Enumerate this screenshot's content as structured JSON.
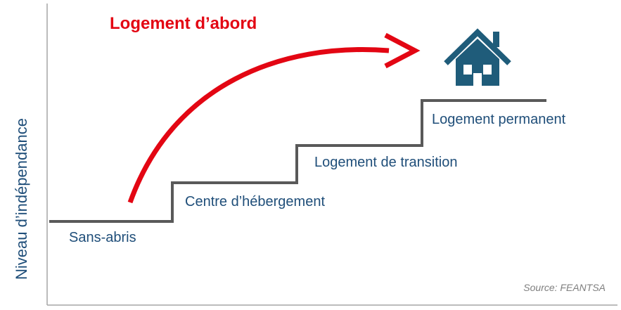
{
  "title": "Logement d’abord",
  "y_axis_label": "Niveau d’indépendance",
  "steps": [
    {
      "label": "Sans-abris"
    },
    {
      "label": "Centre d’hébergement"
    },
    {
      "label": "Logement de transition"
    },
    {
      "label": "Logement permanent"
    }
  ],
  "source": "Source: FEANTSA",
  "icons": {
    "goal": "house-icon"
  },
  "colors": {
    "accent": "#e30613",
    "text": "#1f4e79",
    "house": "#1f5c7a",
    "stairs": "#595959",
    "axis": "#a6a6a6"
  }
}
